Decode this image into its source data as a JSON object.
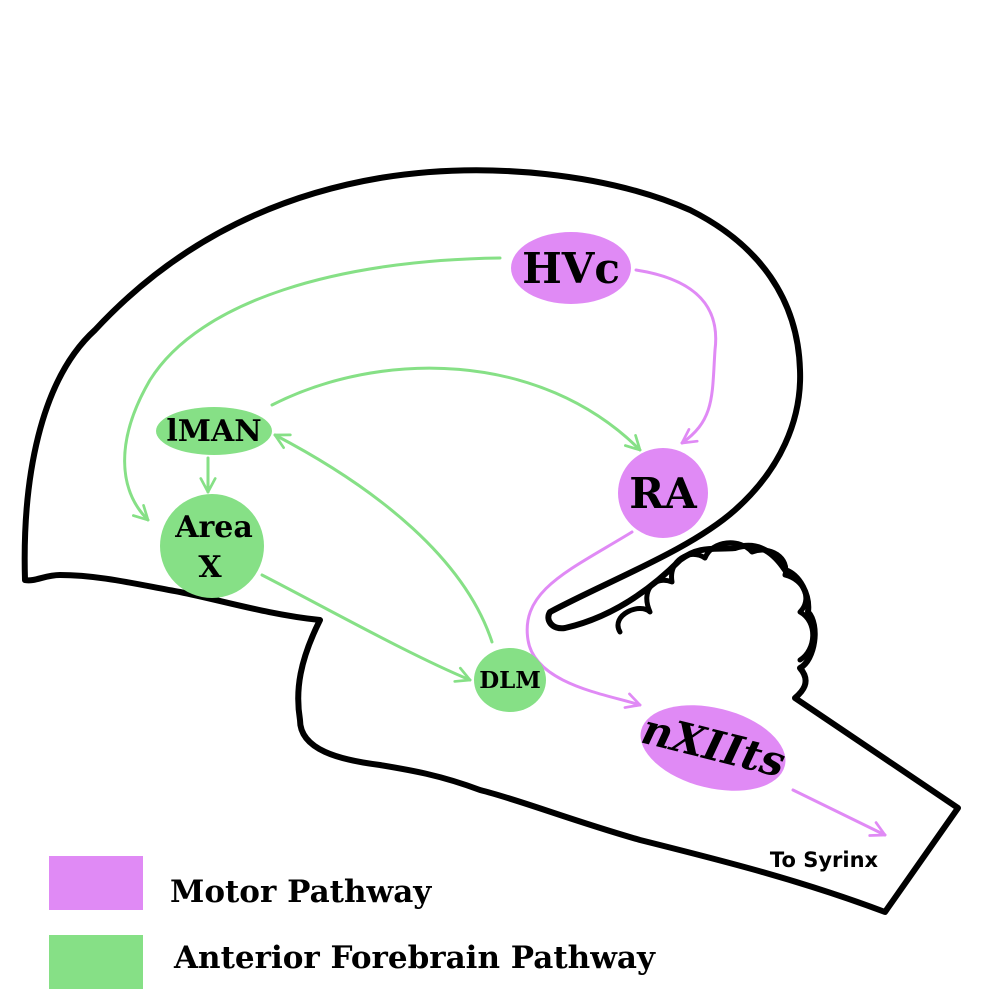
{
  "colors": {
    "motor": "#e08af5",
    "anterior": "#86e086",
    "outline": "#000000"
  },
  "nodes": {
    "hvc": "HVc",
    "ra": "RA",
    "lman": "lMAN",
    "areax_line1": "Area",
    "areax_line2": "X",
    "dlm": "DLM",
    "nxiits": "nXIIts"
  },
  "output_label": "To Syrinx",
  "legend": {
    "motor": "Motor Pathway",
    "anterior": "Anterior Forebrain Pathway"
  }
}
